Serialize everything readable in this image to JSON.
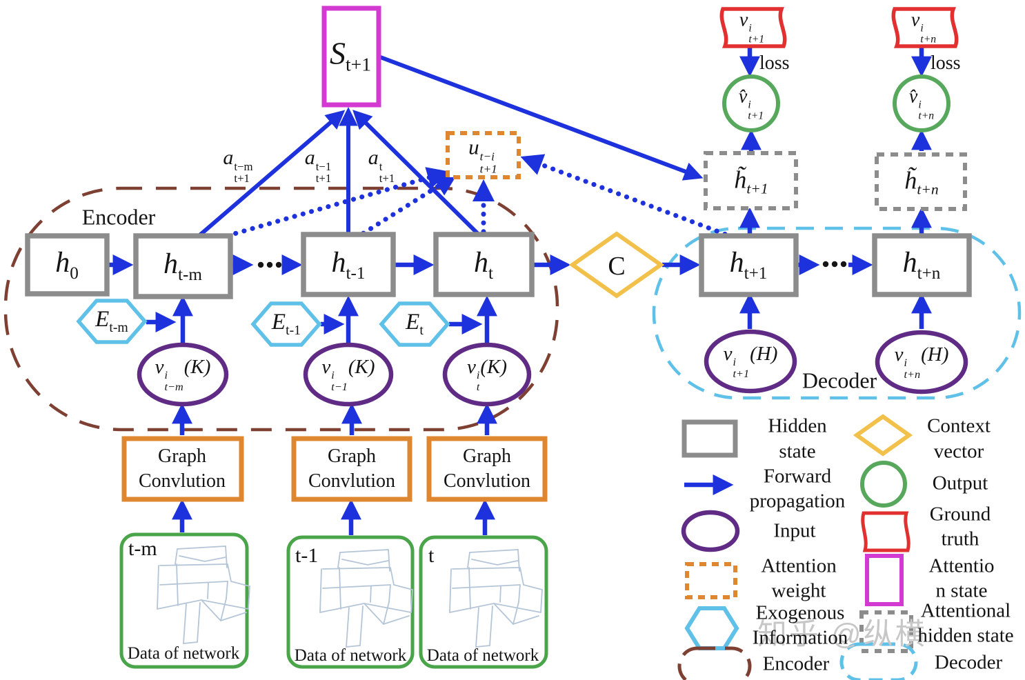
{
  "watermark": "知乎 @纵横",
  "colors": {
    "arrow_blue": "#1d31dd",
    "hidden_state_gray": "#8c8c8c",
    "attention_state_magenta": "#d23ad2",
    "attention_weight_orange": "#df8730",
    "input_purple": "#5f2b85",
    "output_green": "#57a85c",
    "data_box_green": "#4aa54a",
    "ground_truth_red": "#e23030",
    "context_vector_yellow": "#f2c14b",
    "encoder_brown": "#7d4032",
    "exogenous_cyan": "#5fc0e8",
    "map_line": "#b5c5d8"
  },
  "labels": {
    "encoder": "Encoder",
    "decoder": "Decoder",
    "loss1": "loss",
    "loss2": "loss",
    "graph_conv_line1": "Graph",
    "graph_conv_line2": "Convlution"
  },
  "nodes": {
    "s": {
      "base": "S",
      "sub": "t+1"
    },
    "u": {
      "base": "u",
      "sup": "t−i",
      "sub": "t+1"
    },
    "a_tm": {
      "base": "a",
      "sup": "t−m",
      "sub": "t+1"
    },
    "a_t1": {
      "base": "a",
      "sup": "t−1",
      "sub": "t+1"
    },
    "a_t": {
      "base": "a",
      "sup": "t",
      "sub": "t+1"
    },
    "h0": {
      "base": "h",
      "sub": "0"
    },
    "h_tm": {
      "base": "h",
      "sub": "t-m"
    },
    "h_t1": {
      "base": "h",
      "sub": "t-1"
    },
    "h_t": {
      "base": "h",
      "sub": "t"
    },
    "c": {
      "base": "C"
    },
    "h_p1": {
      "base": "h",
      "sub": "t+1"
    },
    "h_pn": {
      "base": "h",
      "sub": "t+n"
    },
    "htld_p1": {
      "base": "h̃",
      "sub": "t+1"
    },
    "htld_pn": {
      "base": "h̃",
      "sub": "t+n"
    },
    "vhat_p1": {
      "base": "v̂",
      "sup": "i",
      "sub": "t+1"
    },
    "vhat_pn": {
      "base": "v̂",
      "sup": "i",
      "sub": "t+n"
    },
    "vgt_p1": {
      "base": "v",
      "sup": "i",
      "sub": "t+1"
    },
    "vgt_pn": {
      "base": "v",
      "sup": "i",
      "sub": "t+n"
    },
    "e_tm": {
      "base": "E",
      "sub": "t-m"
    },
    "e_t1": {
      "base": "E",
      "sub": "t-1"
    },
    "e_t": {
      "base": "E",
      "sub": "t"
    },
    "v_tm": {
      "base": "v",
      "sup": "i",
      "sub": "t−m",
      "after": "(K)"
    },
    "v_t1": {
      "base": "v",
      "sup": "i",
      "sub": "t−1",
      "after": "(K)"
    },
    "v_t": {
      "base": "v",
      "sup": "i",
      "sub": "t",
      "after": "(K)"
    },
    "vh_p1": {
      "base": "v",
      "sup": "i",
      "sub": "t+1",
      "after": "(H)"
    },
    "vh_pn": {
      "base": "v",
      "sup": "i",
      "sub": "t+n",
      "after": "(H)"
    }
  },
  "data_boxes": [
    {
      "time": "t-m",
      "caption": "Data of network"
    },
    {
      "time": "t-1",
      "caption": "Data of network"
    },
    {
      "time": "t",
      "caption": "Data of network"
    }
  ],
  "legend": {
    "col1": [
      {
        "icon": "hidden-state",
        "line1": "Hidden",
        "line2": "state"
      },
      {
        "icon": "forward-propagation",
        "line1": "Forward",
        "line2": "propagation"
      },
      {
        "icon": "input",
        "line1": "Input",
        "line2": ""
      },
      {
        "icon": "attention-weight",
        "line1": "Attention",
        "line2": "weight"
      },
      {
        "icon": "exogenous-information",
        "line1": "Exogenous",
        "line2": "Information"
      },
      {
        "icon": "encoder",
        "line1": "Encoder",
        "line2": ""
      }
    ],
    "col2": [
      {
        "icon": "context-vector",
        "line1": "Context",
        "line2": "vector"
      },
      {
        "icon": "output",
        "line1": "Output",
        "line2": ""
      },
      {
        "icon": "ground-truth",
        "line1": "Ground",
        "line2": "truth"
      },
      {
        "icon": "attention-state",
        "line1": "Attentio",
        "line2": "n state"
      },
      {
        "icon": "attentional-hidden-state",
        "line1": "Attentional",
        "line2": "hidden state"
      },
      {
        "icon": "decoder",
        "line1": "Decoder",
        "line2": ""
      }
    ]
  }
}
